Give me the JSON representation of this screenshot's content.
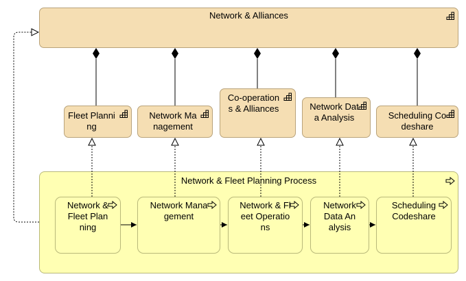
{
  "diagram": {
    "capability_parent": {
      "label": "Network & Alliances",
      "icon": "capability-icon"
    },
    "capabilities": [
      {
        "label": "Fleet Planning",
        "icon": "capability-icon"
      },
      {
        "label": "Network Management",
        "icon": "capability-icon"
      },
      {
        "label": "Co-operations & Alliances",
        "icon": "capability-icon"
      },
      {
        "label": "Network Data Analysis",
        "icon": "capability-icon"
      },
      {
        "label": "Scheduling Codeshare",
        "icon": "capability-icon"
      }
    ],
    "process_group": {
      "label": "Network & Fleet Planning Process",
      "icon": "process-arrow-icon"
    },
    "processes": [
      {
        "label": "Network & Fleet Planning",
        "icon": "process-arrow-icon"
      },
      {
        "label": "Network Management",
        "icon": "process-arrow-icon"
      },
      {
        "label": "Network & Fleet Operations",
        "icon": "process-arrow-icon"
      },
      {
        "label": "Network Data Analysis",
        "icon": "process-arrow-icon"
      },
      {
        "label": "Scheduling Codeshare",
        "icon": "process-arrow-icon"
      }
    ],
    "colors": {
      "capability_fill": "#f5deb3",
      "process_fill": "#ffffb3",
      "border": "#b8a27a"
    }
  }
}
